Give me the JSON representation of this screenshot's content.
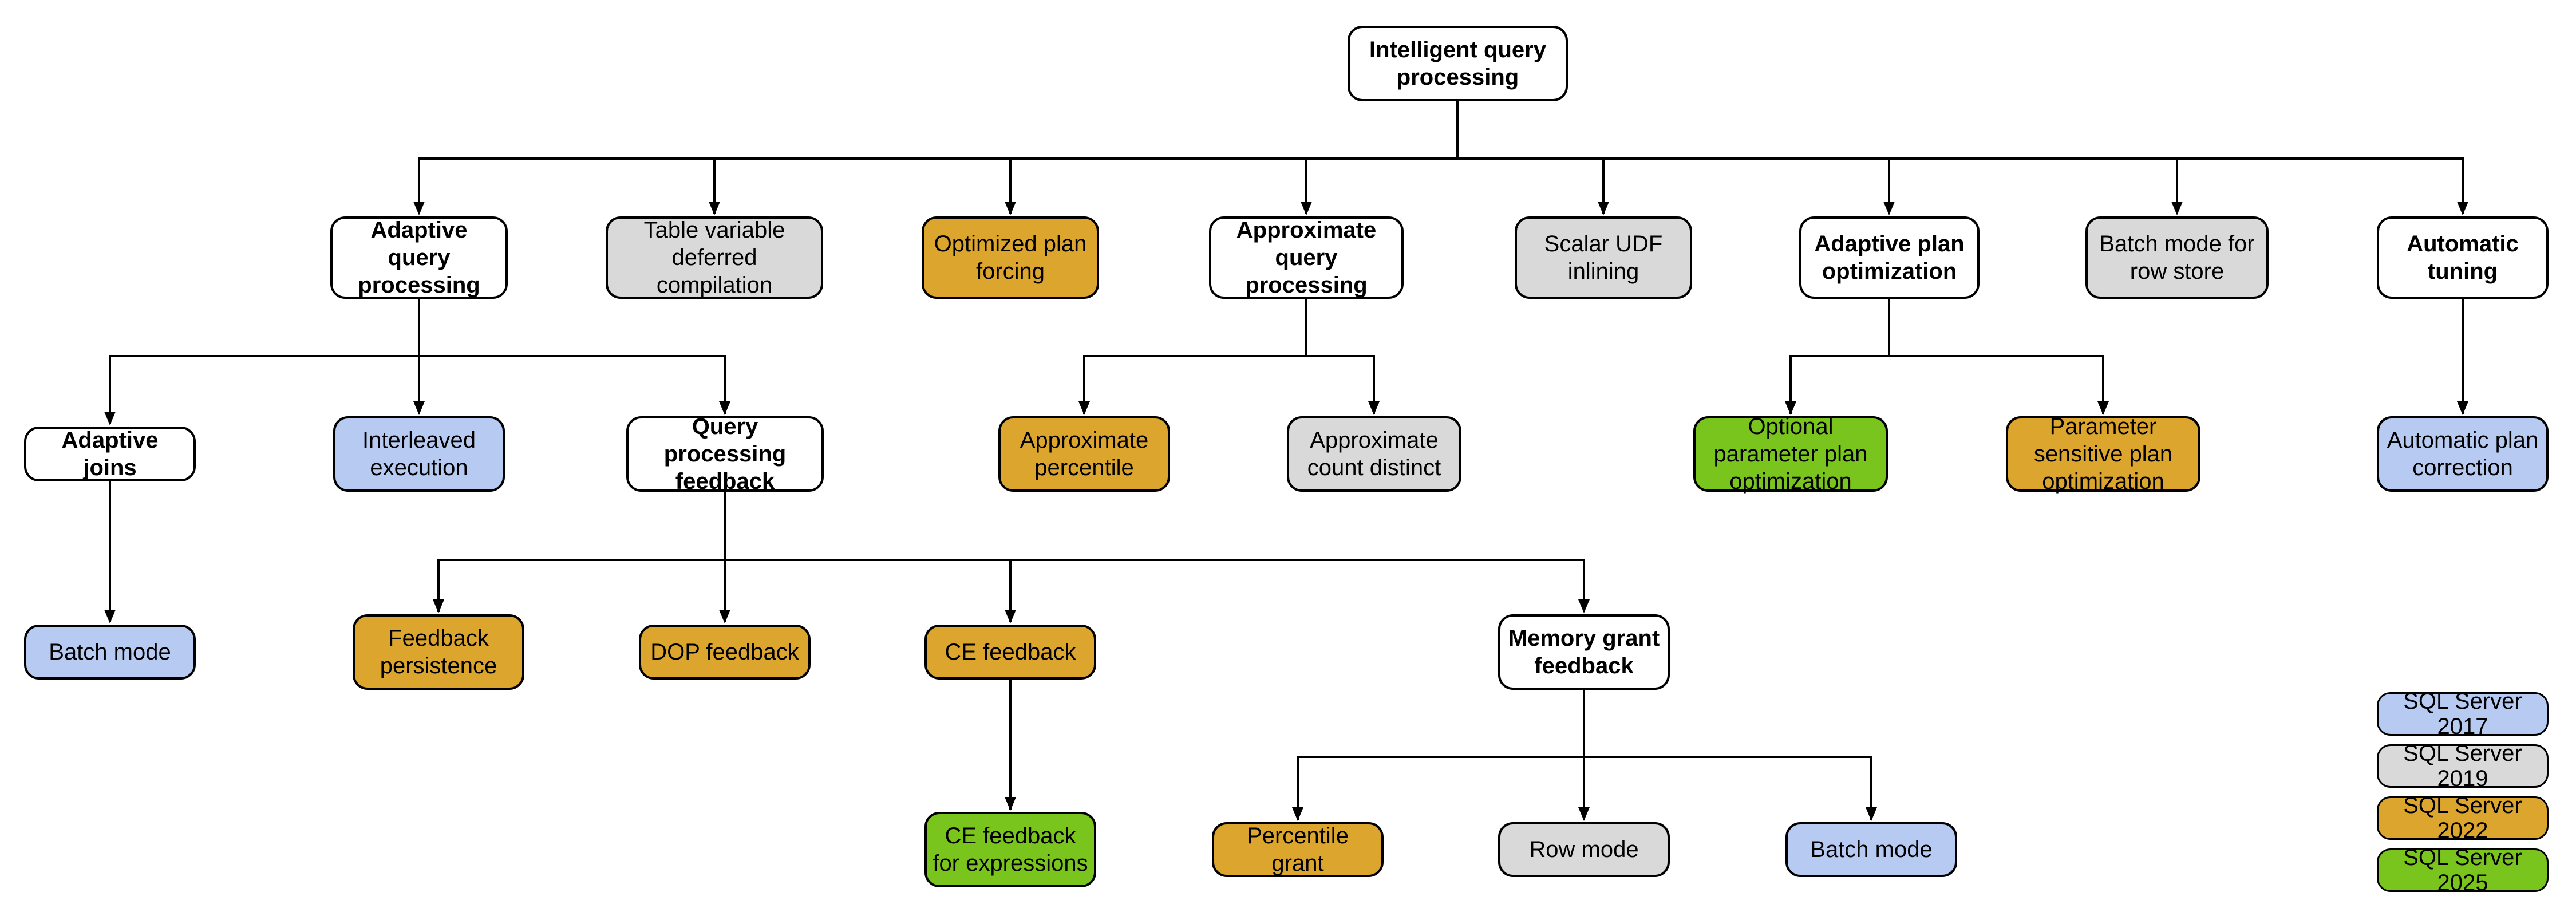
{
  "diagram": {
    "title": "Intelligent query processing"
  },
  "palette": {
    "category": "#FFFFFF",
    "sql2017": "#B7CAF2",
    "sql2019": "#D9D9D9",
    "sql2022": "#DCA62E",
    "sql2025": "#79C41D"
  },
  "legend": {
    "items": [
      {
        "label": "SQL Server 2017",
        "color_key": "sql2017",
        "color": "#B7CAF2"
      },
      {
        "label": "SQL Server 2019",
        "color_key": "sql2019",
        "color": "#D9D9D9"
      },
      {
        "label": "SQL Server 2022",
        "color_key": "sql2022",
        "color": "#DCA62E"
      },
      {
        "label": "SQL Server 2025",
        "color_key": "sql2025",
        "color": "#79C41D"
      }
    ]
  },
  "nodes": {
    "root": {
      "label": "Intelligent query processing",
      "version": "category"
    },
    "adaptive_query_processing": {
      "label": "Adaptive query processing",
      "version": "category"
    },
    "table_variable_deferred_compilation": {
      "label": "Table variable deferred compilation",
      "version": "SQL Server 2019"
    },
    "optimized_plan_forcing": {
      "label": "Optimized plan forcing",
      "version": "SQL Server 2022"
    },
    "approximate_query_processing": {
      "label": "Approximate query processing",
      "version": "category"
    },
    "scalar_udf_inlining": {
      "label": "Scalar UDF inlining",
      "version": "SQL Server 2019"
    },
    "adaptive_plan_optimization": {
      "label": "Adaptive plan optimization",
      "version": "category"
    },
    "batch_mode_for_row_store": {
      "label": "Batch mode for row store",
      "version": "SQL Server 2019"
    },
    "automatic_tuning": {
      "label": "Automatic tuning",
      "version": "category"
    },
    "adaptive_joins": {
      "label": "Adaptive joins",
      "version": "category"
    },
    "interleaved_execution": {
      "label": "Interleaved execution",
      "version": "SQL Server 2017"
    },
    "query_processing_feedback": {
      "label": "Query processing feedback",
      "version": "category"
    },
    "approximate_percentile": {
      "label": "Approximate percentile",
      "version": "SQL Server 2022"
    },
    "approximate_count_distinct": {
      "label": "Approximate count distinct",
      "version": "SQL Server 2019"
    },
    "optional_parameter_plan_optimization": {
      "label": "Optional parameter plan optimization",
      "version": "SQL Server 2025"
    },
    "parameter_sensitive_plan_optimization": {
      "label": "Parameter sensitive plan optimization",
      "version": "SQL Server 2022"
    },
    "automatic_plan_correction": {
      "label": "Automatic plan correction",
      "version": "SQL Server 2017"
    },
    "batch_mode_adaptive_joins": {
      "label": "Batch mode",
      "version": "SQL Server 2017"
    },
    "feedback_persistence": {
      "label": "Feedback persistence",
      "version": "SQL Server 2022"
    },
    "dop_feedback": {
      "label": "DOP feedback",
      "version": "SQL Server 2022"
    },
    "ce_feedback": {
      "label": "CE feedback",
      "version": "SQL Server 2022"
    },
    "memory_grant_feedback": {
      "label": "Memory grant feedback",
      "version": "category"
    },
    "ce_feedback_for_expressions": {
      "label": "CE feedback for expressions",
      "version": "SQL Server 2025"
    },
    "percentile_grant": {
      "label": "Percentile grant",
      "version": "SQL Server 2022"
    },
    "row_mode": {
      "label": "Row mode",
      "version": "SQL Server 2019"
    },
    "batch_mode_memory_grant": {
      "label": "Batch mode",
      "version": "SQL Server 2017"
    }
  }
}
